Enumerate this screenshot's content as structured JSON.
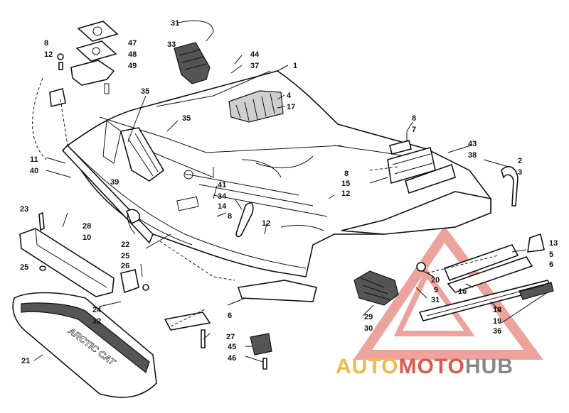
{
  "watermark": {
    "parts": [
      "AUTO",
      "MOTO",
      "HUB"
    ],
    "colors": [
      "#f2b84b",
      "#e0584c",
      "#888888"
    ]
  },
  "bumper_lettering": "ARCTIC CAT",
  "callouts": [
    "31",
    "8",
    "12",
    "47",
    "48",
    "49",
    "33",
    "44",
    "37",
    "1",
    "35",
    "4",
    "17",
    "35",
    "8",
    "7",
    "11",
    "40",
    "43",
    "38",
    "2",
    "3",
    "39",
    "8",
    "15",
    "12",
    "41",
    "34",
    "14",
    "8",
    "12",
    "23",
    "28",
    "10",
    "22",
    "25",
    "26",
    "25",
    "13",
    "5",
    "6",
    "20",
    "9",
    "16",
    "31",
    "24",
    "32",
    "6",
    "29",
    "30",
    "18",
    "19",
    "36",
    "27",
    "45",
    "46",
    "21"
  ]
}
